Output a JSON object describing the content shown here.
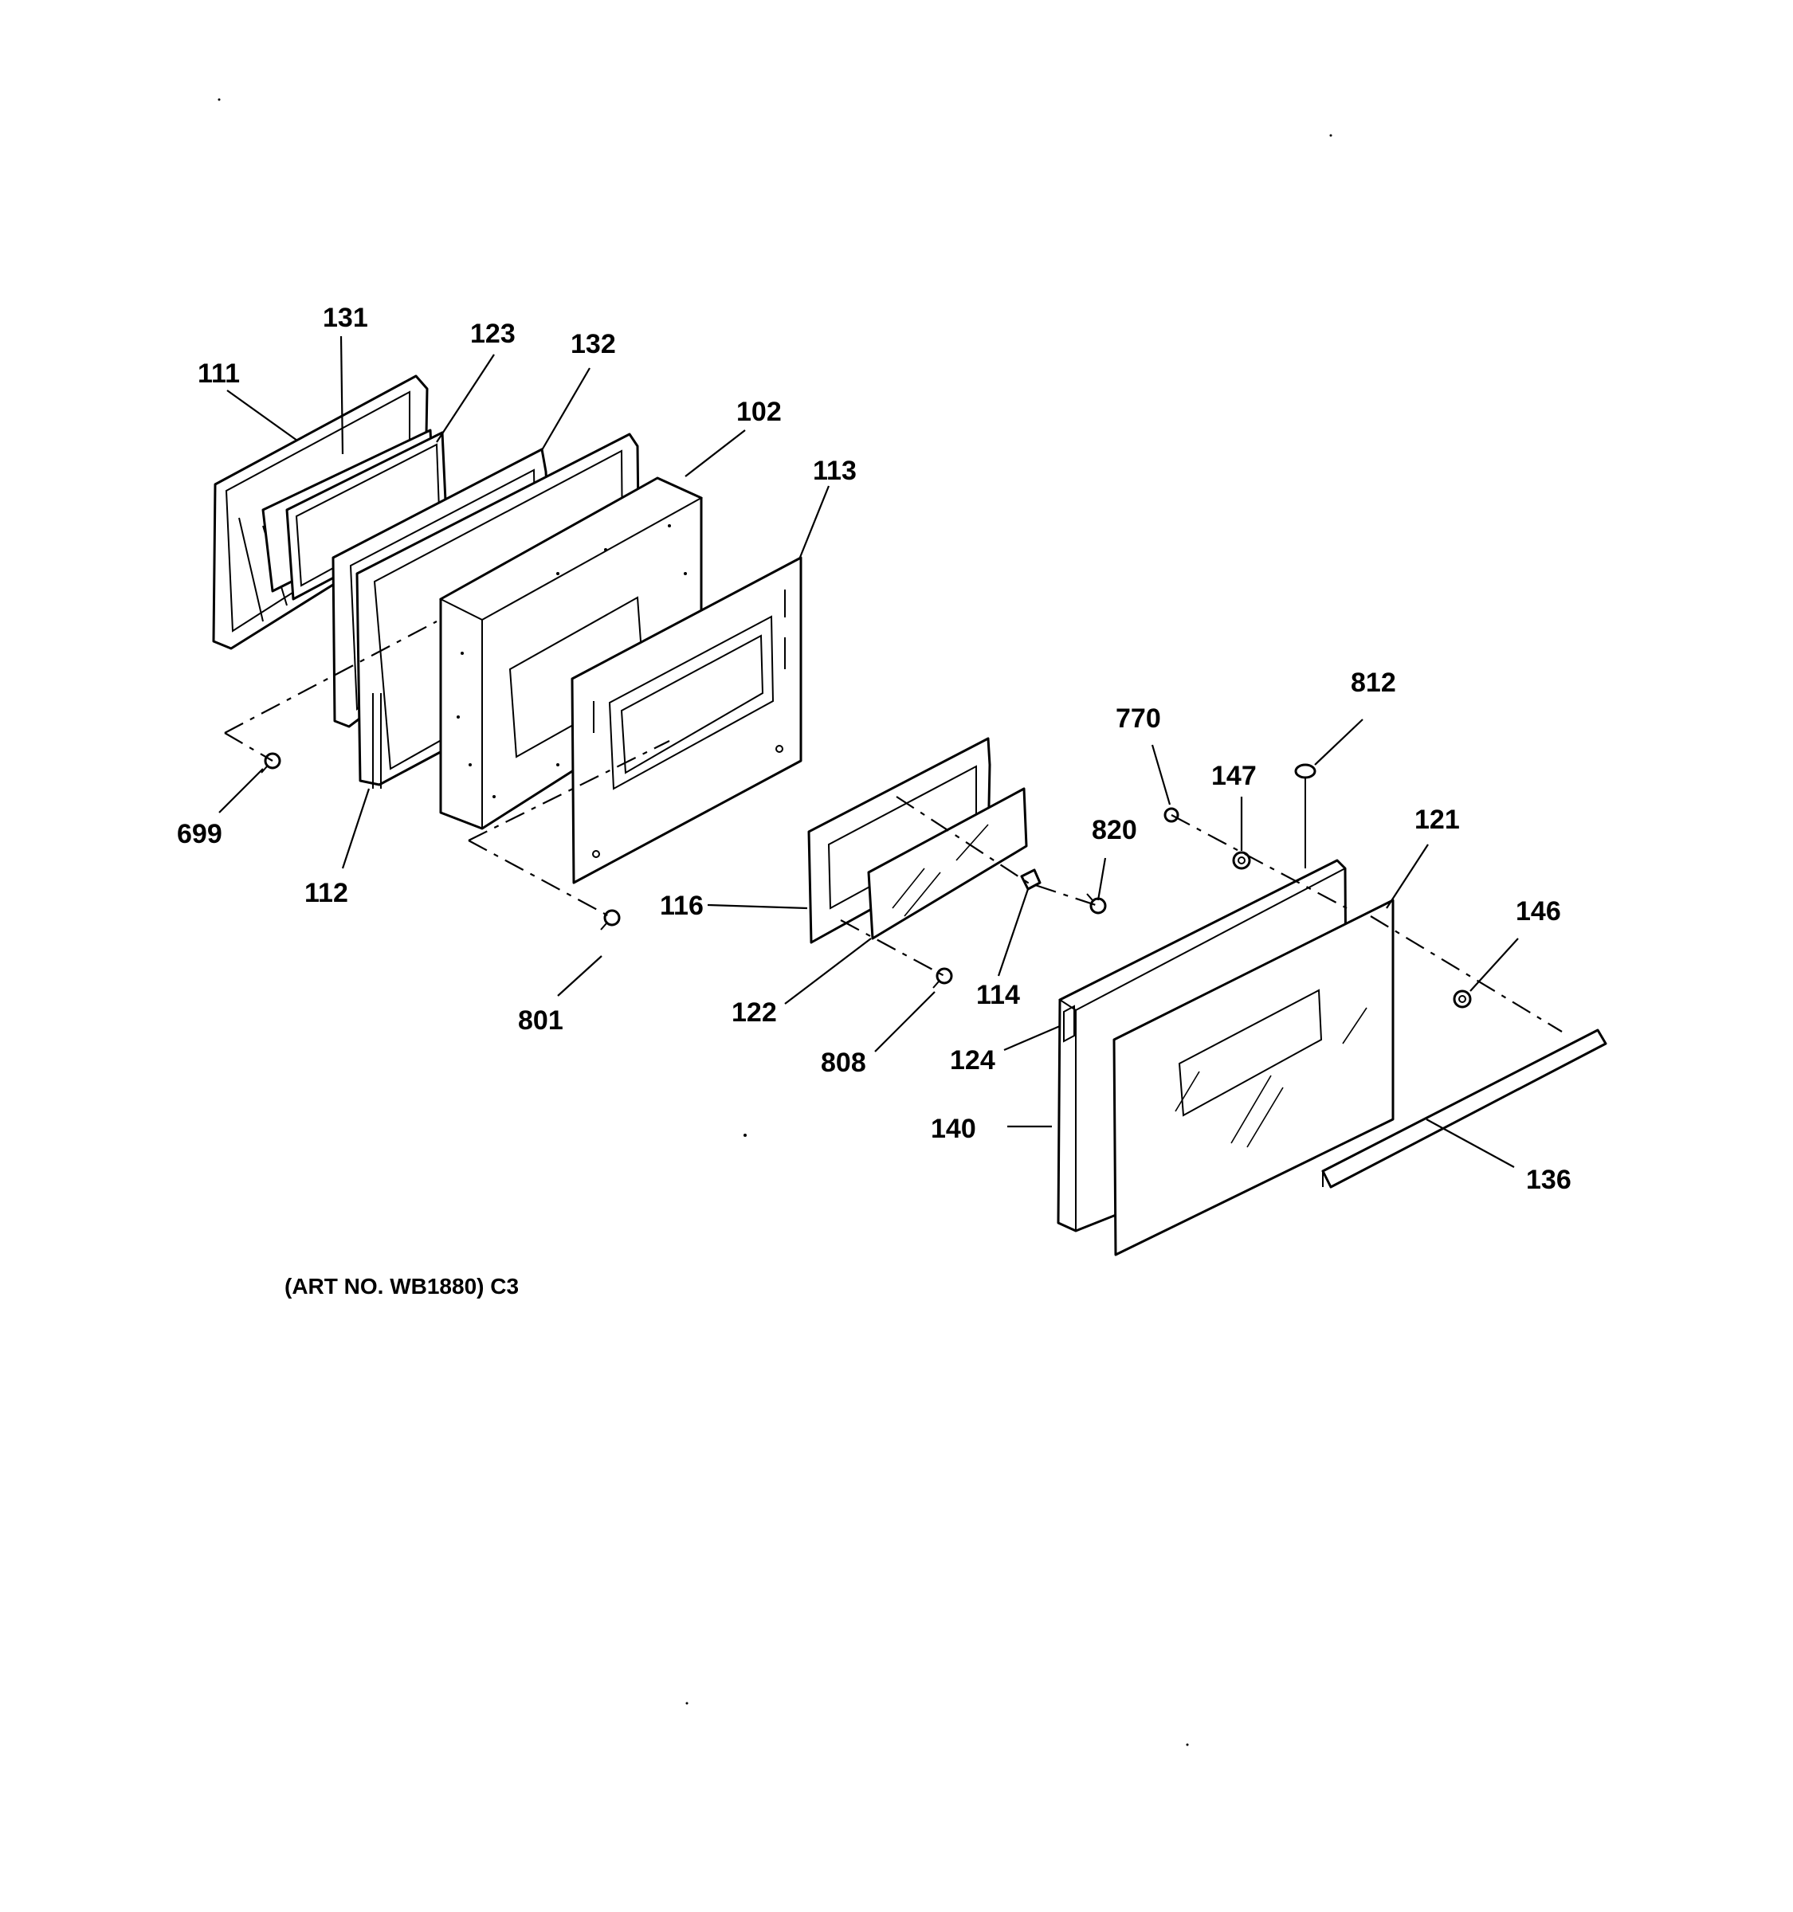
{
  "diagram": {
    "caption": "(ART NO. WB1880) C3",
    "labels": {
      "l111": "111",
      "l131": "131",
      "l123": "123",
      "l132": "132",
      "l102": "102",
      "l113": "113",
      "l699": "699",
      "l112": "112",
      "l801": "801",
      "l116": "116",
      "l122": "122",
      "l808": "808",
      "l114": "114",
      "l820": "820",
      "l770": "770",
      "l147": "147",
      "l812": "812",
      "l121": "121",
      "l146": "146",
      "l124": "124",
      "l140": "140",
      "l136": "136"
    }
  }
}
